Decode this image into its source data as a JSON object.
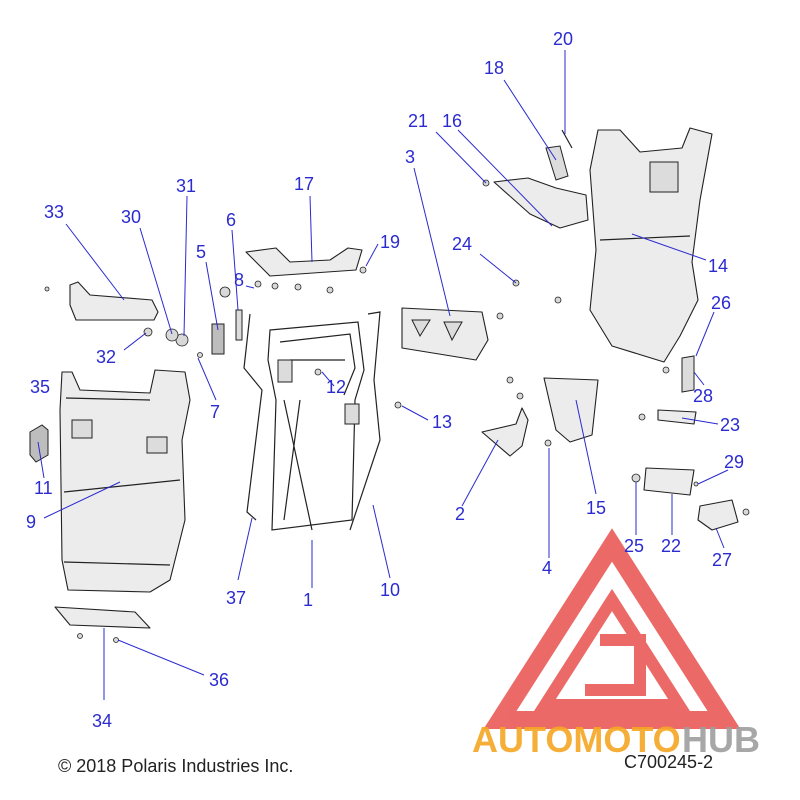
{
  "diagram": {
    "callouts": [
      {
        "id": "c1",
        "label": "1"
      },
      {
        "id": "c2",
        "label": "2"
      },
      {
        "id": "c3",
        "label": "3"
      },
      {
        "id": "c4",
        "label": "4"
      },
      {
        "id": "c5",
        "label": "5"
      },
      {
        "id": "c6",
        "label": "6"
      },
      {
        "id": "c7",
        "label": "7"
      },
      {
        "id": "c8",
        "label": "8"
      },
      {
        "id": "c9",
        "label": "9"
      },
      {
        "id": "c10",
        "label": "10"
      },
      {
        "id": "c11",
        "label": "11"
      },
      {
        "id": "c12",
        "label": "12"
      },
      {
        "id": "c13",
        "label": "13"
      },
      {
        "id": "c14",
        "label": "14"
      },
      {
        "id": "c15",
        "label": "15"
      },
      {
        "id": "c16",
        "label": "16"
      },
      {
        "id": "c17",
        "label": "17"
      },
      {
        "id": "c18",
        "label": "18"
      },
      {
        "id": "c19",
        "label": "19"
      },
      {
        "id": "c20",
        "label": "20"
      },
      {
        "id": "c21",
        "label": "21"
      },
      {
        "id": "c22",
        "label": "22"
      },
      {
        "id": "c23",
        "label": "23"
      },
      {
        "id": "c24",
        "label": "24"
      },
      {
        "id": "c25",
        "label": "25"
      },
      {
        "id": "c26",
        "label": "26"
      },
      {
        "id": "c27",
        "label": "27"
      },
      {
        "id": "c28",
        "label": "28"
      },
      {
        "id": "c29",
        "label": "29"
      },
      {
        "id": "c30",
        "label": "30"
      },
      {
        "id": "c31",
        "label": "31"
      },
      {
        "id": "c32",
        "label": "32"
      },
      {
        "id": "c33",
        "label": "33"
      },
      {
        "id": "c34",
        "label": "34"
      },
      {
        "id": "c35",
        "label": "35"
      },
      {
        "id": "c36",
        "label": "36"
      },
      {
        "id": "c37",
        "label": "37"
      }
    ],
    "copyright": "© 2018 Polaris Industries Inc.",
    "code": "C700245-2"
  },
  "watermark": {
    "brand_part1": "AUTOMOTO",
    "brand_part2": "HUB",
    "colors": {
      "triangle": "#e53935",
      "orange": "#f5a623",
      "gray": "#9e9e9e"
    }
  },
  "colors": {
    "callout": "#2b2bd0",
    "line_art": "#222222"
  }
}
